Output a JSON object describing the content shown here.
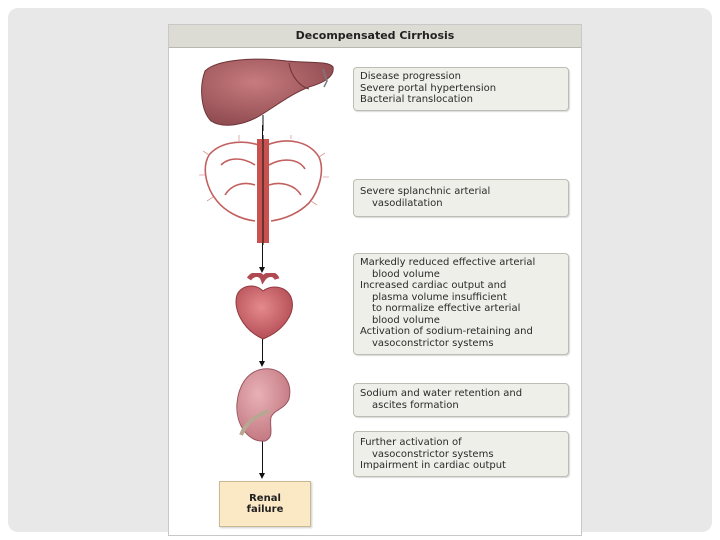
{
  "figure": {
    "title": "Decompensated Cirrhosis",
    "steps": [
      {
        "lines": [
          {
            "text": "Disease progression",
            "indent": false
          },
          {
            "text": "Severe portal hypertension",
            "indent": false
          },
          {
            "text": "Bacterial translocation",
            "indent": false
          }
        ]
      },
      {
        "lines": [
          {
            "text": "Severe splanchnic arterial",
            "indent": false
          },
          {
            "text": "vasodilatation",
            "indent": true
          }
        ]
      },
      {
        "lines": [
          {
            "text": "Markedly reduced effective arterial",
            "indent": false
          },
          {
            "text": "blood volume",
            "indent": true
          },
          {
            "text": "Increased cardiac output and",
            "indent": false
          },
          {
            "text": "plasma volume insufficient",
            "indent": true
          },
          {
            "text": "to normalize effective arterial",
            "indent": true
          },
          {
            "text": "blood volume",
            "indent": true
          },
          {
            "text": "Activation of sodium-retaining and",
            "indent": false
          },
          {
            "text": "vasoconstrictor systems",
            "indent": true
          }
        ]
      },
      {
        "lines": [
          {
            "text": "Sodium and water retention and",
            "indent": false
          },
          {
            "text": "ascites formation",
            "indent": true
          }
        ]
      },
      {
        "lines": [
          {
            "text": "Further activation of",
            "indent": false
          },
          {
            "text": "vasoconstrictor systems",
            "indent": true
          },
          {
            "text": "Impairment in cardiac output",
            "indent": false
          }
        ]
      }
    ],
    "outcome": {
      "line1": "Renal",
      "line2": "failure"
    },
    "organ_icons": [
      "liver-icon",
      "splanchnic-vessels-icon",
      "heart-icon",
      "kidney-icon"
    ],
    "colors": {
      "box_fill": "#efefe9",
      "outcome_fill": "#fbe9c6",
      "title_fill": "#dcdcd4",
      "organ_red": "#b8505a"
    }
  }
}
